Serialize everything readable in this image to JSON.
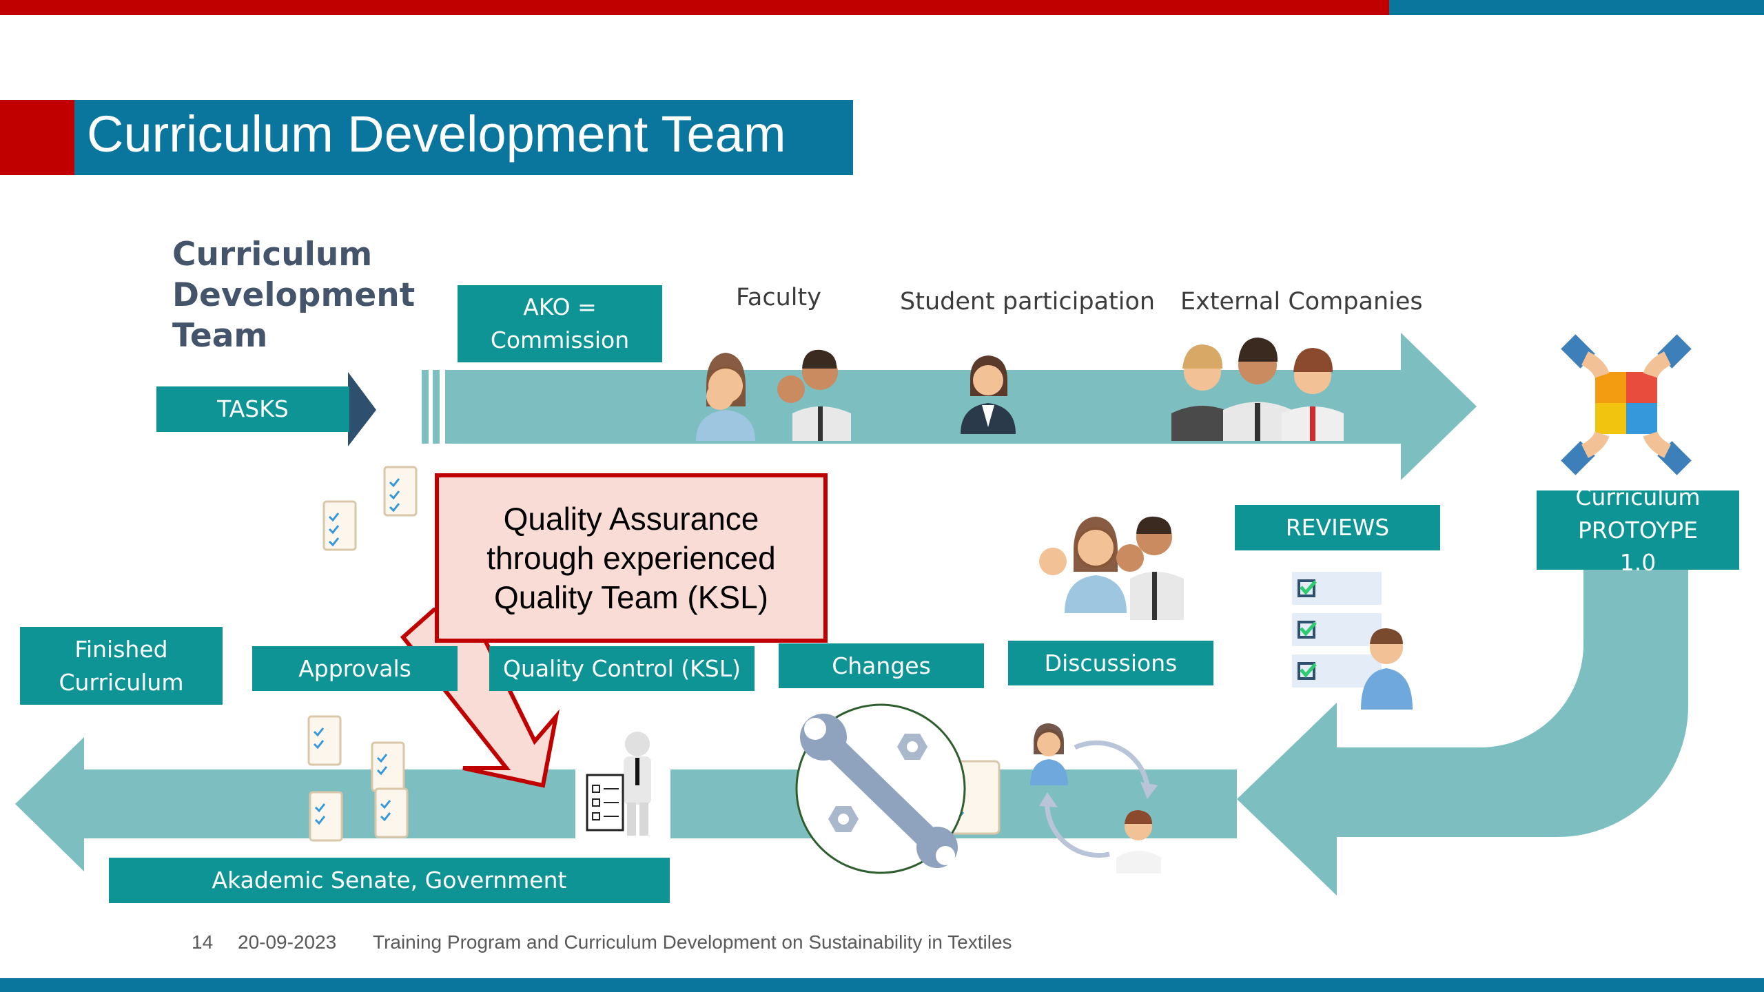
{
  "slide": {
    "title": "Curriculum Development Team",
    "heading": "Curriculum Development Team",
    "colors": {
      "red": "#c00000",
      "blue": "#0a769e",
      "teal": "#0e9494",
      "flow": "#7dbfc0",
      "callout_fill": "#f9dcd5"
    }
  },
  "top_flow": {
    "tasks": "TASKS",
    "ako": "AKO = Commission",
    "faculty": "Faculty",
    "student_participation": "Student participation",
    "external_companies": "External Companies"
  },
  "right": {
    "prototype": "Curriculum PROTOYPE 1.0",
    "reviews": "REVIEWS"
  },
  "bottom_flow": {
    "finished": "Finished Curriculum",
    "approvals": "Approvals",
    "quality_control": "Quality Control (KSL)",
    "changes": "Changes",
    "discussions": "Discussions",
    "senate": "Akademic Senate, Government"
  },
  "callout": {
    "text": "Quality Assurance through experienced Quality Team (KSL)"
  },
  "footer": {
    "page": "14",
    "date": "20-09-2023",
    "text": "Training Program and Curriculum  Development  on Sustainability  in Textiles"
  }
}
